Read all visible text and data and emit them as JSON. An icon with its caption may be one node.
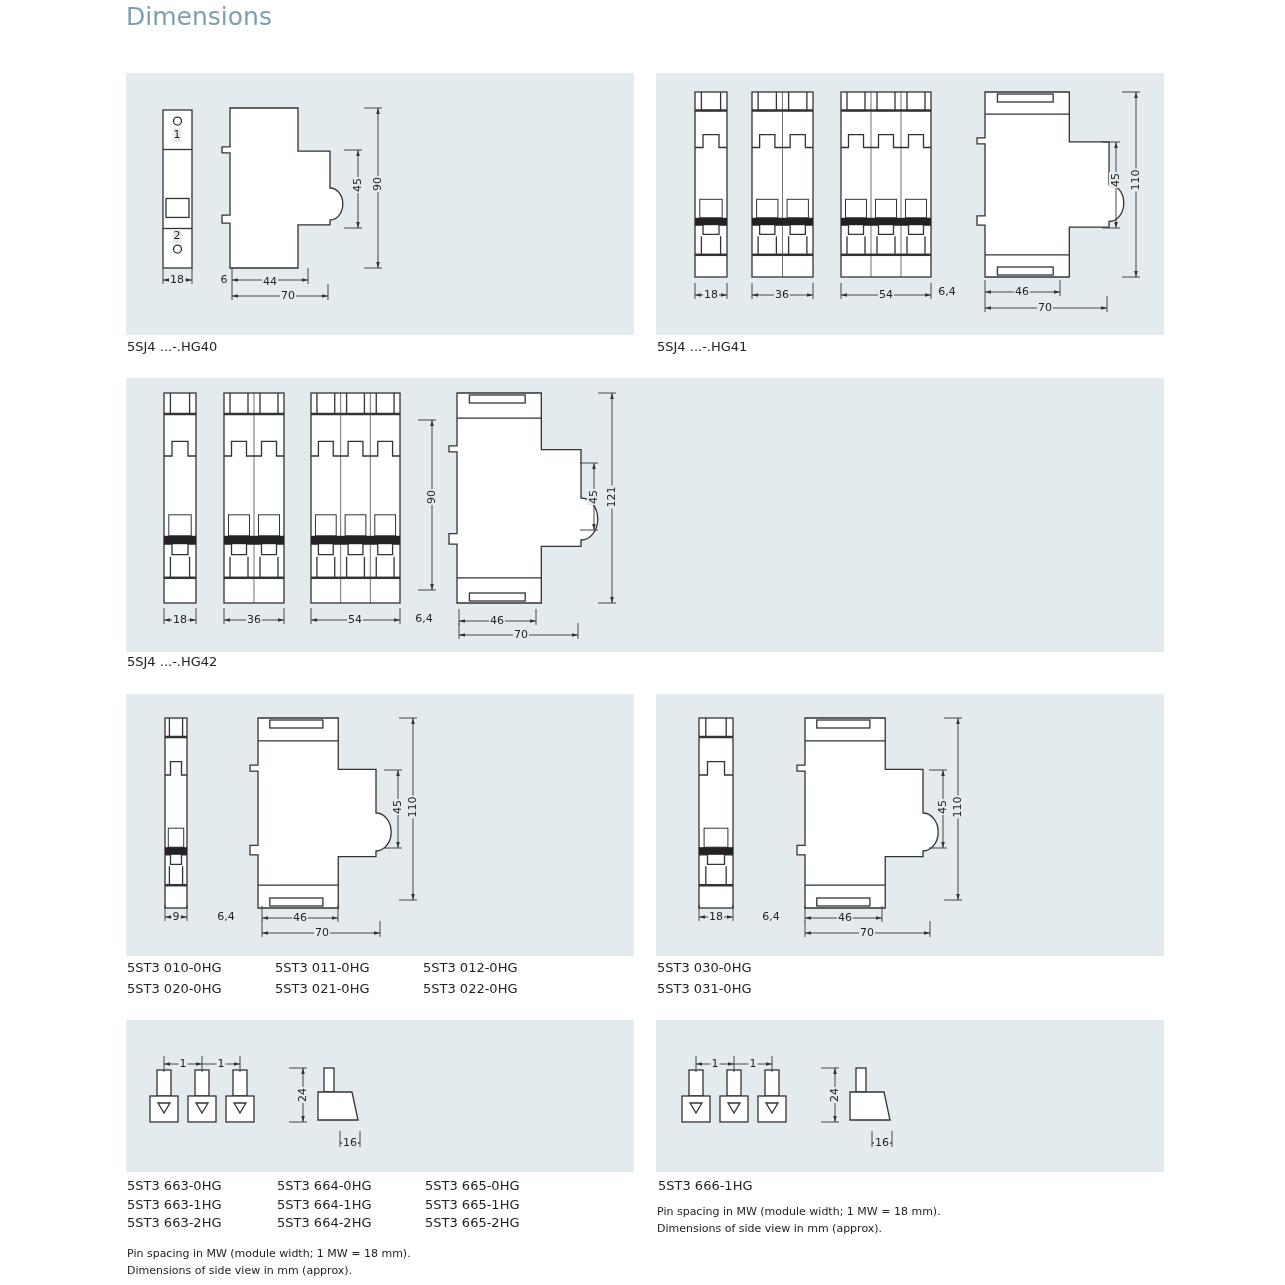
{
  "diagram": {
    "title": "Dimensions",
    "labels": [
      "1",
      "2",
      "18",
      "6",
      "44",
      "70",
      "45",
      "90",
      "5SJ4 ...-.HG40",
      "18",
      "36",
      "54",
      "6,4",
      "46",
      "70",
      "45",
      "110",
      "5SJ4 ...-.HG41",
      "90",
      "45",
      "121",
      "18",
      "36",
      "54",
      "6,4",
      "46",
      "70",
      "5SJ4 ...-.HG42",
      "45",
      "110",
      "9",
      "6,4",
      "46",
      "70",
      "5ST3 010-0HG",
      "5ST3 011-0HG",
      "5ST3 012-0HG",
      "5ST3 020-0HG",
      "5ST3 021-0HG",
      "5ST3 022-0HG",
      "45",
      "110",
      "18",
      "6,4",
      "46",
      "70",
      "5ST3 030-0HG",
      "5ST3 031-0HG",
      "1",
      "1",
      "24",
      "16",
      "5ST3 663-0HG",
      "5ST3 664-0HG",
      "5ST3 665-0HG",
      "5ST3 663-1HG",
      "5ST3 664-1HG",
      "5ST3 665-1HG",
      "5ST3 663-2HG",
      "5ST3 664-2HG",
      "5ST3 665-2HG",
      "Pin spacing in MW (module width; 1 MW = 18 mm).",
      "Dimensions of side view in mm (approx).",
      "1",
      "1",
      "24",
      "16",
      "5ST3 666-1HG",
      "Pin spacing in MW (module width; 1 MW = 18 mm).",
      "Dimensions of side view in mm (approx)."
    ]
  }
}
